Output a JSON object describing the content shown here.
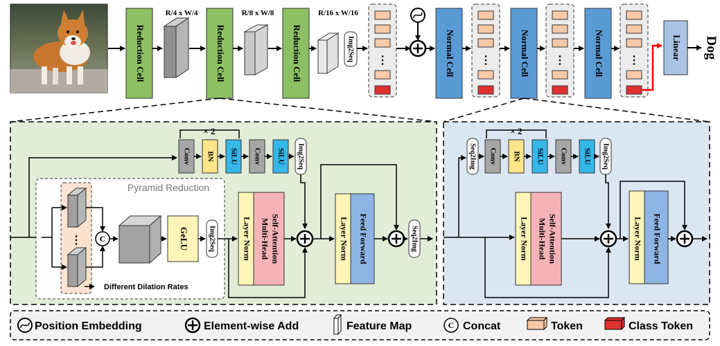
{
  "top": {
    "output": "Dog",
    "reduction_cell": "Reduction Cell",
    "normal_cell": "Normal Cell",
    "linear": "Linear",
    "img2seq": "Img2Seq",
    "dims": [
      "R/4 x W/4",
      "R/8 x W/8",
      "R/16 x W/16"
    ]
  },
  "reduction_detail": {
    "repeat": "× 2",
    "conv": "Conv",
    "bn": "BN",
    "silu": "SiLU",
    "img2seq": "Img2Seq",
    "pyramid_title": "Pyramid Reduction",
    "dilation": "Different Dilation Rates",
    "concat": "C",
    "gelu": "GeLU",
    "layer_norm": "Layer Norm",
    "mhsa_line1": "Multi-Head",
    "mhsa_line2": "Self-Attention",
    "feed_forward": "Feed Forward",
    "seq2img": "Seq2Img"
  },
  "normal_detail": {
    "seq2img": "Seq2Img",
    "repeat": "× 2",
    "conv": "Conv",
    "bn": "BN",
    "silu": "SiLU",
    "img2seq": "Img2Seq",
    "layer_norm": "Layer Norm",
    "mhsa_line1": "Multi-Head",
    "mhsa_line2": "Self-Attention",
    "feed_forward": "Feed Forward"
  },
  "legend": {
    "position_embedding": "Position Embedding",
    "element_wise_add": "Element-wise Add",
    "feature_map": "Feature Map",
    "concat": "Concat",
    "concat_symbol": "C",
    "token": "Token",
    "class_token": "Class Token"
  },
  "colors": {
    "reduction_cell": "#8cc063",
    "normal_cell": "#5b9bd5",
    "linear": "#a9c4e4",
    "token": "#f9c9a8",
    "class_token": "#e03030",
    "green_panel": "#e2ecd7",
    "blue_panel": "#dbe6f3",
    "pyramid_panel": "#fbe2d1",
    "conv": "#a6a6a6",
    "bn": "#ffe58a",
    "silu": "#35b7ea",
    "layer_norm": "#fff5b8",
    "mhsa": "#f6b3b7",
    "feed_forward": "#8eb4e3",
    "gelu": "#fff5b8",
    "arrow_red": "#ff0000"
  }
}
